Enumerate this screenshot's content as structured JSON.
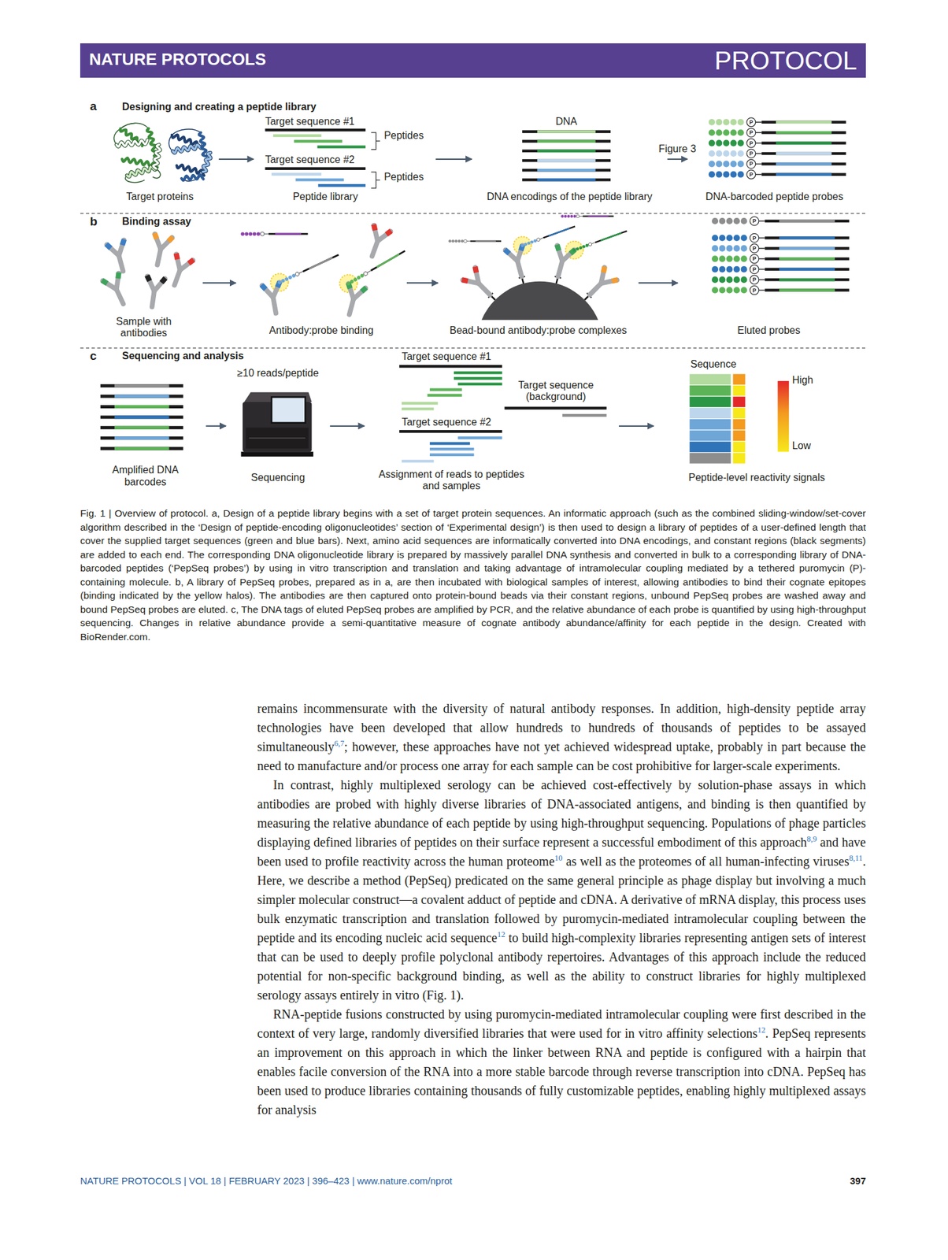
{
  "diagram": {
    "caption": "Fig. 1 | Overview of protocol. a, Design of a peptide library begins with a set of target protein sequences. An informatic approach (such as the combined sliding-window/set-cover algorithm described in the ‘Design of peptide-encoding oligonucleotides’ section of ‘Experimental design’) is then used to design a library of peptides of a user-defined length that cover the supplied target sequences (green and blue bars). Next, amino acid sequences are informatically converted into DNA encodings, and constant regions (black segments) are added to each end. The corresponding DNA oligonucleotide library is prepared by massively parallel DNA synthesis and converted in bulk to a corresponding library of DNA-barcoded peptides (‘PepSeq probes’) by using in vitro transcription and translation and taking advantage of intramolecular coupling mediated by a tethered puromycin (P)-containing molecule. b, A library of PepSeq probes, prepared as in a, are then incubated with biological samples of interest, allowing antibodies to bind their cognate epitopes (binding indicated by the yellow halos). The antibodies are then captured onto protein-bound beads via their constant regions, unbound PepSeq probes are washed away and bound PepSeq probes are eluted. c, The DNA tags of eluted PepSeq probes are amplified by PCR, and the relative abundance of each probe is quantified by using high-throughput sequencing. Changes in relative abundance provide a semi-quantitative measure of cognate antibody abundance/affinity for each peptide in the design. Created with BioRender.com.",
    "nodes": [
      {
        "text": [
          "a",
          "Designing and creating a peptide library"
        ]
      },
      {
        "text": [
          "Target proteins"
        ],
        "in": 0
      },
      {
        "text": [
          "Target sequence #1",
          "Peptides",
          "Target sequence #2",
          "Peptides",
          "Peptide library"
        ],
        "in": 0
      },
      {
        "text": [
          "DNA",
          "DNA encodings of the peptide library"
        ],
        "in": 0
      },
      {
        "text": [
          "DNA-barcoded peptide probes"
        ],
        "in": 0
      },
      {
        "text": [
          "b",
          "Binding assay"
        ]
      },
      {
        "text": [
          "Sample with antibodies"
        ],
        "in": 5
      },
      {
        "text": [
          "Antibody:probe binding"
        ],
        "in": 5
      },
      {
        "text": [
          "Bead-bound antibody:probe complexes"
        ],
        "in": 5
      },
      {
        "text": [
          "Eluted probes"
        ],
        "in": 5
      },
      {
        "text": [
          "c",
          "Sequencing and analysis"
        ]
      },
      {
        "text": [
          "Amplified DNA barcodes"
        ],
        "in": 10
      },
      {
        "text": [
          "≥10 reads/peptide",
          "Sequencing"
        ],
        "in": 10
      },
      {
        "text": [
          "Target sequence #1",
          "Target sequence #2",
          "Target sequence (background)",
          "Assignment of reads to peptides and samples"
        ],
        "in": 10
      },
      {
        "text": [
          "Sequence",
          "High",
          "Low",
          "Peptide-level reactivity signals"
        ],
        "in": 10
      }
    ],
    "edges": [
      {
        "from": 1,
        "to": 2,
        "arrow": "to"
      },
      {
        "from": 2,
        "to": 3,
        "arrow": "to"
      },
      {
        "from": 3,
        "to": 4,
        "arrow": "to",
        "label": "Figure 3"
      },
      {
        "from": 6,
        "to": 7,
        "arrow": "to"
      },
      {
        "from": 7,
        "to": 8,
        "arrow": "to"
      },
      {
        "from": 8,
        "to": 9,
        "arrow": "to"
      },
      {
        "from": 11,
        "to": 12,
        "arrow": "to"
      },
      {
        "from": 12,
        "to": 13,
        "arrow": "to"
      },
      {
        "from": 13,
        "to": 14,
        "arrow": "to"
      }
    ],
    "labels": [
      "NATURE PROTOCOLS",
      "PROTOCOL",
      "P",
      "P",
      "P",
      "P",
      "P",
      "P",
      "P",
      "P",
      "P",
      "P",
      "P",
      "P",
      "P",
      "remains incommensurate with the diversity of natural antibody responses. In addition, high-density peptide array technologies have been developed that allow hundreds to hundreds of thousands of peptides to be assayed simultaneously",
      "6,7",
      "; however, these approaches have not yet achieved widespread uptake, probably in part because the need to manufacture and/or process one array for each sample can be cost prohibitive for larger-scale experiments.",
      "In contrast, highly multiplexed serology can be achieved cost-effectively by solution-phase assays in which antibodies are probed with highly diverse libraries of DNA-associated antigens, and binding is then quantified by measuring the relative abundance of each peptide by using high-throughput sequencing. Populations of phage particles displaying defined libraries of peptides on their surface represent a successful embodiment of this approach",
      "8,9",
      " and have been used to profile reactivity across the human proteome",
      "10",
      " as well as the proteomes of all human-infecting viruses",
      "8,11",
      ". Here, we describe a method (PepSeq) predicated on the same general principle as phage display but involving a much simpler molecular construct—a covalent adduct of peptide and cDNA. A derivative of mRNA display, this process uses bulk enzymatic transcription and translation followed by puromycin-mediated intramolecular coupling between the peptide and its encoding nucleic acid sequence",
      "12",
      " to build high-complexity libraries representing antigen sets of interest that can be used to deeply profile polyclonal antibody repertoires. Advantages of this approach include the reduced potential for non-specific background binding, as well as the ability to construct libraries for highly multiplexed serology assays entirely in vitro (Fig. 1).",
      "RNA-peptide fusions constructed by using puromycin-mediated intramolecular coupling were first described in the context of very large, randomly diversified libraries that were used for in vitro affinity selections",
      "12",
      ". PepSeq represents an improvement on this approach in which the linker between RNA and peptide is configured with a hairpin that enables facile conversion of the RNA into a more stable barcode through reverse transcription into cDNA. PepSeq has been used to produce libraries containing thousands of fully customizable peptides, enabling highly multiplexed assays for analysis",
      "NATURE PROTOCOLS | VOL 18 | FEBRUARY 2023 | 396–423 | www.nature.com/nprot",
      "397"
    ]
  }
}
